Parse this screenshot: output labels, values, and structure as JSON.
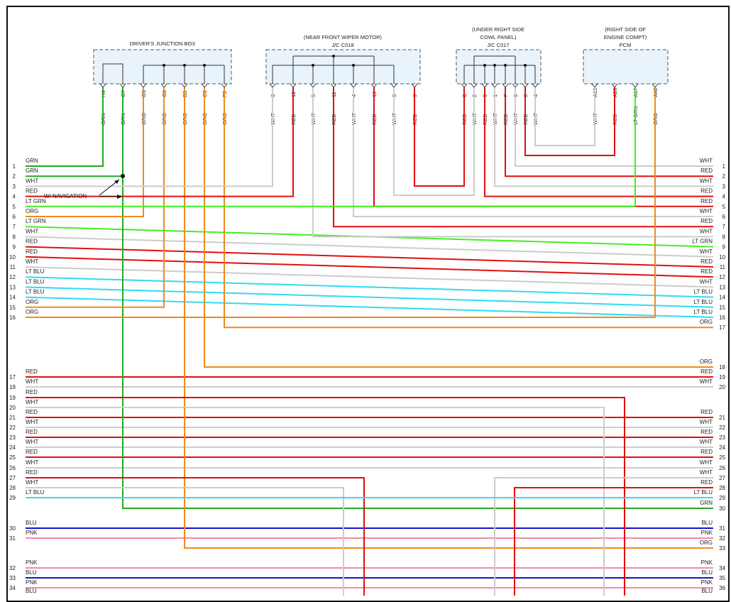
{
  "components": [
    {
      "key": "djb",
      "lines": [
        "DRIVER'S JUNCTION BOX"
      ]
    },
    {
      "key": "c018",
      "lines": [
        "(NEAR FRONT WIPER MOTOR)",
        "J/C C018"
      ]
    },
    {
      "key": "c017",
      "lines": [
        "(UNDER RIGHT SIDE",
        "COWL PANEL)",
        "J/C C017"
      ]
    },
    {
      "key": "pcm",
      "lines": [
        "(RIGHT SIDE OF",
        "ENGINE COMPT)",
        "PCM"
      ]
    }
  ],
  "pins": [
    {
      "pin": "H4",
      "color": "GRN"
    },
    {
      "pin": "G7",
      "color": "GRN"
    },
    {
      "pin": "G3",
      "color": "ORG"
    },
    {
      "pin": "G8",
      "color": "ORG"
    },
    {
      "pin": "B5",
      "color": "ORG"
    },
    {
      "pin": "C3",
      "color": "ORG"
    },
    {
      "pin": "F3",
      "color": "ORG"
    },
    {
      "pin": "6",
      "color": "WHT"
    },
    {
      "pin": "12",
      "color": "RED"
    },
    {
      "pin": "5",
      "color": "WHT"
    },
    {
      "pin": "11",
      "color": "RED"
    },
    {
      "pin": "4",
      "color": "WHT"
    },
    {
      "pin": "10",
      "color": "RED"
    },
    {
      "pin": "3",
      "color": "WHT"
    },
    {
      "pin": "9",
      "color": "RED"
    },
    {
      "pin": "6",
      "color": "RED"
    },
    {
      "pin": "2",
      "color": "WHT"
    },
    {
      "pin": "5",
      "color": "RED"
    },
    {
      "pin": "1",
      "color": "WHT"
    },
    {
      "pin": "7",
      "color": "RED"
    },
    {
      "pin": "3",
      "color": "WHT"
    },
    {
      "pin": "8",
      "color": "RED"
    },
    {
      "pin": "4",
      "color": "WHT"
    },
    {
      "pin": "A19",
      "color": "WHT"
    },
    {
      "pin": "A20",
      "color": "RED"
    },
    {
      "pin": "A17",
      "color": "LT GRN"
    },
    {
      "pin": "A42",
      "color": "ORG"
    }
  ],
  "annotation": "W/ NAVIGATION",
  "left_rows": [
    {
      "n": "1",
      "label": "GRN"
    },
    {
      "n": "2",
      "label": "GRN"
    },
    {
      "n": "3",
      "label": "WHT"
    },
    {
      "n": "4",
      "label": "RED"
    },
    {
      "n": "5",
      "label": "LT GRN"
    },
    {
      "n": "6",
      "label": "ORG"
    },
    {
      "n": "7",
      "label": "LT GRN"
    },
    {
      "n": "8",
      "label": "WHT"
    },
    {
      "n": "9",
      "label": "RED"
    },
    {
      "n": "10",
      "label": "RED"
    },
    {
      "n": "11",
      "label": "WHT"
    },
    {
      "n": "12",
      "label": "LT BLU"
    },
    {
      "n": "13",
      "label": "LT BLU"
    },
    {
      "n": "14",
      "label": "LT BLU"
    },
    {
      "n": "15",
      "label": "ORG"
    },
    {
      "n": "16",
      "label": "ORG"
    },
    {
      "n": "17",
      "label": "RED"
    },
    {
      "n": "18",
      "label": "WHT"
    },
    {
      "n": "19",
      "label": "RED"
    },
    {
      "n": "20",
      "label": "WHT"
    },
    {
      "n": "21",
      "label": "RED"
    },
    {
      "n": "22",
      "label": "WHT"
    },
    {
      "n": "23",
      "label": "RED"
    },
    {
      "n": "24",
      "label": "WHT"
    },
    {
      "n": "25",
      "label": "RED"
    },
    {
      "n": "26",
      "label": "WHT"
    },
    {
      "n": "27",
      "label": "RED"
    },
    {
      "n": "28",
      "label": "WHT"
    },
    {
      "n": "29",
      "label": "LT BLU"
    },
    {
      "n": "30",
      "label": "BLU"
    },
    {
      "n": "31",
      "label": "PNK"
    },
    {
      "n": "32",
      "label": "PNK"
    },
    {
      "n": "33",
      "label": "BLU"
    },
    {
      "n": "34",
      "label": "PNK"
    },
    {
      "n": "",
      "label": "BLU"
    }
  ],
  "right_rows": [
    {
      "n": "1",
      "label": "WHT"
    },
    {
      "n": "2",
      "label": "RED"
    },
    {
      "n": "3",
      "label": "WHT"
    },
    {
      "n": "4",
      "label": "RED"
    },
    {
      "n": "5",
      "label": "RED"
    },
    {
      "n": "6",
      "label": "WHT"
    },
    {
      "n": "7",
      "label": "RED"
    },
    {
      "n": "8",
      "label": "WHT"
    },
    {
      "n": "9",
      "label": "LT GRN"
    },
    {
      "n": "10",
      "label": "WHT"
    },
    {
      "n": "11",
      "label": "RED"
    },
    {
      "n": "12",
      "label": "RED"
    },
    {
      "n": "13",
      "label": "WHT"
    },
    {
      "n": "14",
      "label": "LT BLU"
    },
    {
      "n": "15",
      "label": "LT BLU"
    },
    {
      "n": "16",
      "label": "LT BLU"
    },
    {
      "n": "17",
      "label": "ORG"
    },
    {
      "n": "18",
      "label": "ORG"
    },
    {
      "n": "19",
      "label": "RED"
    },
    {
      "n": "20",
      "label": "WHT"
    },
    {
      "n": "21",
      "label": "RED"
    },
    {
      "n": "22",
      "label": "WHT"
    },
    {
      "n": "23",
      "label": "RED"
    },
    {
      "n": "24",
      "label": "WHT"
    },
    {
      "n": "25",
      "label": "RED"
    },
    {
      "n": "26",
      "label": "WHT"
    },
    {
      "n": "27",
      "label": "WHT"
    },
    {
      "n": "28",
      "label": "RED"
    },
    {
      "n": "29",
      "label": "LT BLU"
    },
    {
      "n": "30",
      "label": "GRN"
    },
    {
      "n": "31",
      "label": "BLU"
    },
    {
      "n": "32",
      "label": "PNK"
    },
    {
      "n": "33",
      "label": "ORG"
    },
    {
      "n": "34",
      "label": "PNK"
    },
    {
      "n": "35",
      "label": "BLU"
    },
    {
      "n": "36",
      "label": "PNK"
    },
    {
      "n": "",
      "label": "BLU"
    }
  ],
  "wire_colors": {
    "GRN": "#22aa22",
    "LT GRN": "#44ee22",
    "ORG": "#f08a1e",
    "RED": "#e01010",
    "WHT": "#cccccc",
    "LT BLU": "#2fdcf0",
    "BLU": "#1515c8",
    "PNK": "#f08aa8"
  },
  "box_fill": "#e8f3fb"
}
